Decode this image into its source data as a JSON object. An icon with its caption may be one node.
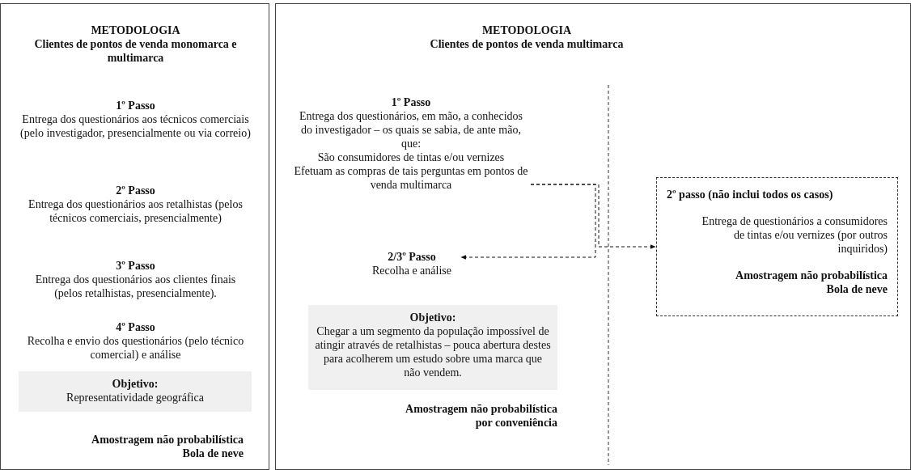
{
  "diagram": {
    "nodes": [
      {
        "text": [
          "METODOLOGIA",
          "Clientes de pontos de venda monomarca e multimarca",
          "1º Passo",
          "Entrega dos questionários aos técnicos comerciais (pelo investigador, presencialmente ou via correio)",
          "2º Passo",
          "Entrega dos questionários aos retalhistas (pelos técnicos comerciais, presencialmente)",
          "3º Passo",
          "Entrega dos questionários aos clientes finais (pelos retalhistas, presencialmente).",
          "4º Passo",
          "Recolha e envio dos questionários (pelo técnico comercial) e análise",
          "Amostragem não probabilística Bola de neve"
        ]
      },
      {
        "text": [
          "Objetivo:",
          "Representatividade geográfica"
        ],
        "in": 0
      },
      {
        "text": [
          "METODOLOGIA",
          "Clientes de pontos de venda multimarca",
          "Amostragem não probabilística por conveniência"
        ]
      },
      {
        "text": [
          "1º Passo",
          "Entrega dos questionários, em mão, a conhecidos do investigador – os quais se sabia, de ante mão, que:",
          "São consumidores de tintas e/ou vernizes",
          "Efetuam as compras de tais perguntas em pontos de venda multimarca"
        ],
        "in": 2
      },
      {
        "text": [
          "2º passo (não inclui todos os casos)",
          "Entrega de questionários a consumidores de tintas e/ou vernizes (por outros inquiridos)",
          "Amostragem não probabilística Bola de neve"
        ],
        "in": 2
      },
      {
        "text": [
          "2/3º Passo",
          "Recolha e análise"
        ],
        "in": 2
      },
      {
        "text": [
          "Objetivo:",
          "Chegar a um segmento da população impossível de atingir através de retalhistas – pouca abertura destes para acolherem um estudo sobre uma marca que não vendem."
        ],
        "in": 2
      }
    ],
    "edges": [
      {
        "from": 3,
        "to": 4,
        "arrow": "to",
        "style": "dashed"
      },
      {
        "from": 3,
        "to": 5,
        "arrow": "to",
        "style": "dashed"
      }
    ]
  }
}
